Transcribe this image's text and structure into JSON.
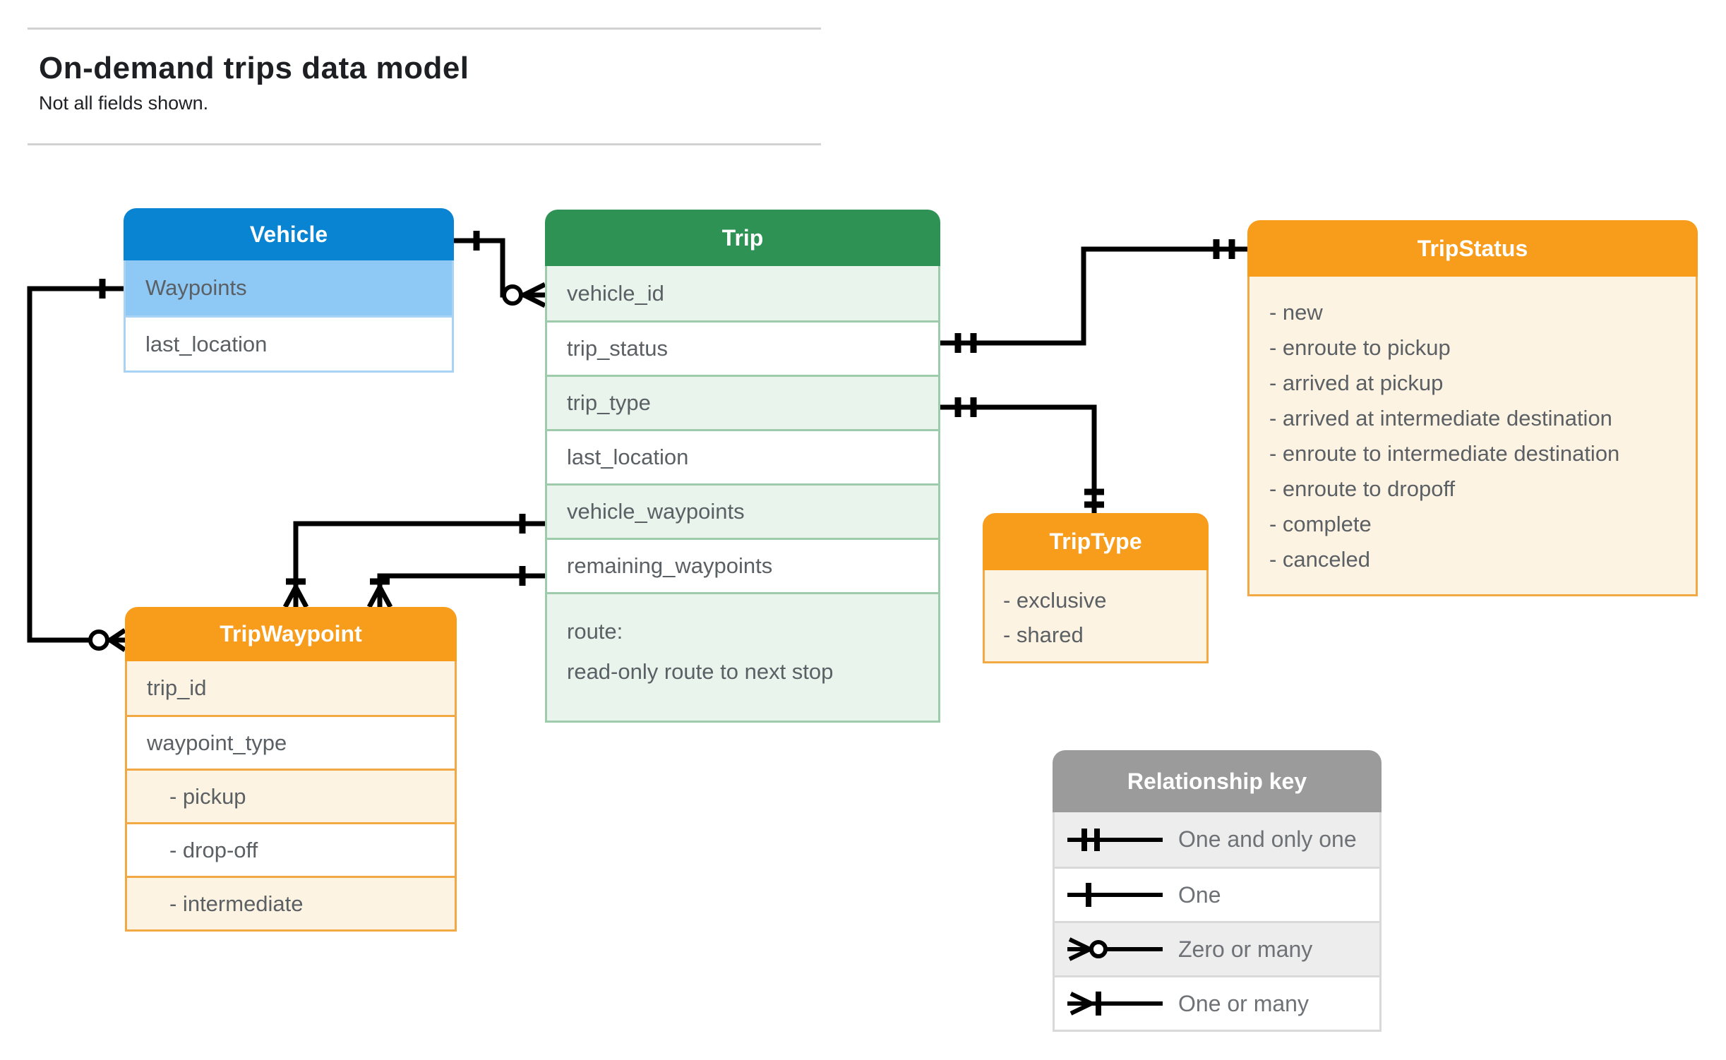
{
  "page": {
    "title": "On-demand trips data model",
    "subtitle": "Not all fields shown."
  },
  "entities": {
    "vehicle": {
      "title": "Vehicle",
      "fields": [
        "Waypoints",
        "last_location"
      ]
    },
    "trip": {
      "title": "Trip",
      "fields": [
        "vehicle_id",
        "trip_status",
        "trip_type",
        "last_location",
        "vehicle_waypoints",
        "remaining_waypoints"
      ],
      "route": {
        "name": "route:",
        "description": "read-only route to next stop"
      }
    },
    "tripStatus": {
      "title": "TripStatus",
      "values": [
        "- new",
        "- enroute to pickup",
        "- arrived at pickup",
        "- arrived at intermediate destination",
        "- enroute to intermediate destination",
        "- enroute to dropoff",
        "- complete",
        "- canceled"
      ]
    },
    "tripWaypoint": {
      "title": "TripWaypoint",
      "fields": [
        "trip_id",
        "waypoint_type",
        "- pickup",
        "- drop-off",
        "- intermediate"
      ]
    },
    "tripType": {
      "title": "TripType",
      "values": [
        "- exclusive",
        "- shared"
      ]
    }
  },
  "legend": {
    "title": "Relationship key",
    "items": [
      {
        "symbol": "one-and-only-one",
        "label": "One and only one"
      },
      {
        "symbol": "one",
        "label": "One"
      },
      {
        "symbol": "zero-or-many",
        "label": "Zero or many"
      },
      {
        "symbol": "one-or-many",
        "label": "One or many"
      }
    ]
  },
  "relationships": [
    {
      "from": "Vehicle",
      "to": "Trip.vehicle_id",
      "from_cardinality": "one",
      "to_cardinality": "zero-or-many"
    },
    {
      "from": "Trip.trip_status",
      "to": "TripStatus",
      "from_cardinality": "one-and-only-one",
      "to_cardinality": "one-and-only-one"
    },
    {
      "from": "Trip.trip_type",
      "to": "TripType",
      "from_cardinality": "one-and-only-one",
      "to_cardinality": "one-and-only-one"
    },
    {
      "from": "Vehicle.Waypoints",
      "to": "TripWaypoint",
      "from_cardinality": "one",
      "to_cardinality": "zero-or-many"
    },
    {
      "from": "Trip.vehicle_waypoints",
      "to": "TripWaypoint",
      "from_cardinality": "one",
      "to_cardinality": "one-or-many"
    },
    {
      "from": "Trip.remaining_waypoints",
      "to": "TripWaypoint",
      "from_cardinality": "one",
      "to_cardinality": "one-or-many"
    }
  ],
  "colors": {
    "vehicle_header": "#0984d3",
    "vehicle_row": "#8ec8f4",
    "trip_header": "#2e9254",
    "trip_row": "#e9f4ed",
    "orange_header": "#f89c1b",
    "orange_row": "#fdf3e2",
    "legend_header": "#9b9b9b",
    "legend_row": "#ededed",
    "connector": "#000000",
    "field_text": "#5b6065"
  }
}
